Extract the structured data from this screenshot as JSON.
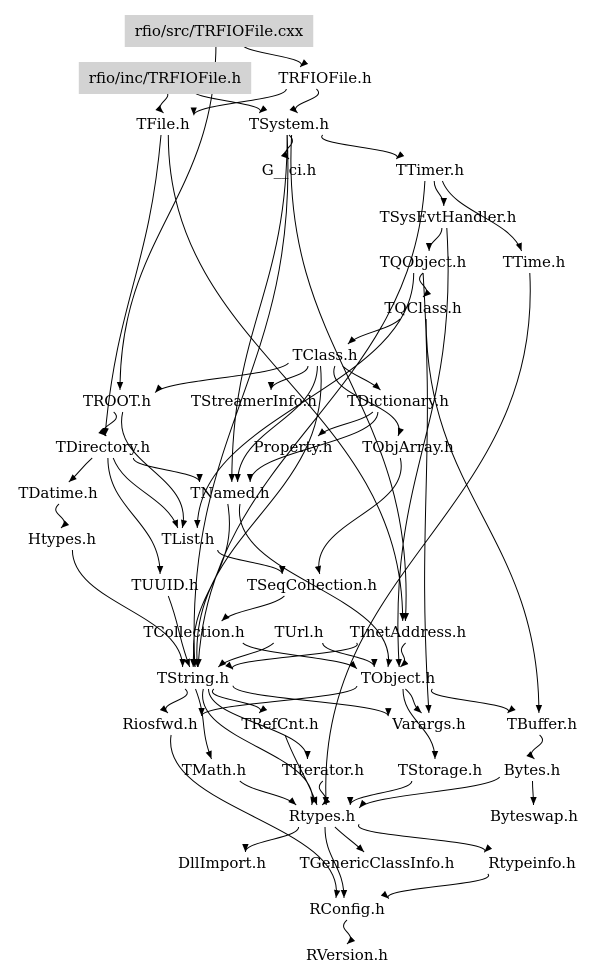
{
  "graph": {
    "nodes": [
      {
        "id": "trfiofile_cxx",
        "label": "rfio/src/TRFIOFile.cxx",
        "highlight": true
      },
      {
        "id": "trfiofile_inc",
        "label": "rfio/inc/TRFIOFile.h",
        "highlight": true
      },
      {
        "id": "trfiofile_h",
        "label": "TRFIOFile.h"
      },
      {
        "id": "tfile",
        "label": "TFile.h"
      },
      {
        "id": "tsystem",
        "label": "TSystem.h"
      },
      {
        "id": "gci",
        "label": "G__ci.h"
      },
      {
        "id": "ttimer",
        "label": "TTimer.h"
      },
      {
        "id": "tsysevthandler",
        "label": "TSysEvtHandler.h"
      },
      {
        "id": "tqobject",
        "label": "TQObject.h"
      },
      {
        "id": "ttime",
        "label": "TTime.h"
      },
      {
        "id": "tqclass",
        "label": "TQClass.h"
      },
      {
        "id": "tclass",
        "label": "TClass.h"
      },
      {
        "id": "troot",
        "label": "TROOT.h"
      },
      {
        "id": "tstreamerinfo",
        "label": "TStreamerInfo.h"
      },
      {
        "id": "tdictionary",
        "label": "TDictionary.h"
      },
      {
        "id": "tdirectory",
        "label": "TDirectory.h"
      },
      {
        "id": "property",
        "label": "Property.h"
      },
      {
        "id": "tobjarray",
        "label": "TObjArray.h"
      },
      {
        "id": "tdatime",
        "label": "TDatime.h"
      },
      {
        "id": "tnamed",
        "label": "TNamed.h"
      },
      {
        "id": "htypes",
        "label": "Htypes.h"
      },
      {
        "id": "tlist",
        "label": "TList.h"
      },
      {
        "id": "tuuid",
        "label": "TUUID.h"
      },
      {
        "id": "tseqcollection",
        "label": "TSeqCollection.h"
      },
      {
        "id": "tcollection",
        "label": "TCollection.h"
      },
      {
        "id": "turl",
        "label": "TUrl.h"
      },
      {
        "id": "tinetaddress",
        "label": "TInetAddress.h"
      },
      {
        "id": "tstring",
        "label": "TString.h"
      },
      {
        "id": "tobject",
        "label": "TObject.h"
      },
      {
        "id": "riosfwd",
        "label": "Riosfwd.h"
      },
      {
        "id": "trefcnt",
        "label": "TRefCnt.h"
      },
      {
        "id": "varargs",
        "label": "Varargs.h"
      },
      {
        "id": "tbuffer",
        "label": "TBuffer.h"
      },
      {
        "id": "tmath",
        "label": "TMath.h"
      },
      {
        "id": "titerator",
        "label": "TIterator.h"
      },
      {
        "id": "tstorage",
        "label": "TStorage.h"
      },
      {
        "id": "bytes",
        "label": "Bytes.h"
      },
      {
        "id": "rtypes",
        "label": "Rtypes.h"
      },
      {
        "id": "byteswap",
        "label": "Byteswap.h"
      },
      {
        "id": "dllimport",
        "label": "DllImport.h"
      },
      {
        "id": "tgenericclassinfo",
        "label": "TGenericClassInfo.h"
      },
      {
        "id": "rtypeinfo",
        "label": "Rtypeinfo.h"
      },
      {
        "id": "rconfig",
        "label": "RConfig.h"
      },
      {
        "id": "rversion",
        "label": "RVersion.h"
      }
    ],
    "edges": [
      {
        "from": "trfiofile_cxx",
        "to": "trfiofile_h"
      },
      {
        "from": "trfiofile_cxx",
        "to": "troot"
      },
      {
        "from": "trfiofile_inc",
        "to": "tfile"
      },
      {
        "from": "trfiofile_inc",
        "to": "tsystem"
      },
      {
        "from": "trfiofile_h",
        "to": "tfile"
      },
      {
        "from": "trfiofile_h",
        "to": "tsystem"
      },
      {
        "from": "tfile",
        "to": "tdirectory"
      },
      {
        "from": "tfile",
        "to": "tinetaddress"
      },
      {
        "from": "tsystem",
        "to": "gci"
      },
      {
        "from": "tsystem",
        "to": "ttimer"
      },
      {
        "from": "tsystem",
        "to": "tnamed"
      },
      {
        "from": "tsystem",
        "to": "tstring"
      },
      {
        "from": "tsystem",
        "to": "tinetaddress"
      },
      {
        "from": "ttimer",
        "to": "tsysevthandler"
      },
      {
        "from": "ttimer",
        "to": "ttime"
      },
      {
        "from": "ttimer",
        "to": "tstring"
      },
      {
        "from": "tsysevthandler",
        "to": "tqobject"
      },
      {
        "from": "tsysevthandler",
        "to": "tobject"
      },
      {
        "from": "tqobject",
        "to": "tqclass"
      },
      {
        "from": "tqobject",
        "to": "tlist"
      },
      {
        "from": "tqobject",
        "to": "varargs"
      },
      {
        "from": "tqclass",
        "to": "tclass"
      },
      {
        "from": "tqclass",
        "to": "tbuffer"
      },
      {
        "from": "ttime",
        "to": "rtypes"
      },
      {
        "from": "tclass",
        "to": "troot"
      },
      {
        "from": "tclass",
        "to": "tstreamerinfo"
      },
      {
        "from": "tclass",
        "to": "tdictionary"
      },
      {
        "from": "tclass",
        "to": "tobjarray"
      },
      {
        "from": "tclass",
        "to": "tnamed"
      },
      {
        "from": "tclass",
        "to": "tstring"
      },
      {
        "from": "tdictionary",
        "to": "property"
      },
      {
        "from": "tdictionary",
        "to": "tnamed"
      },
      {
        "from": "troot",
        "to": "tdirectory"
      },
      {
        "from": "troot",
        "to": "tlist"
      },
      {
        "from": "tdirectory",
        "to": "tnamed"
      },
      {
        "from": "tdirectory",
        "to": "tlist"
      },
      {
        "from": "tdirectory",
        "to": "tdatime"
      },
      {
        "from": "tdirectory",
        "to": "tuuid"
      },
      {
        "from": "tobjarray",
        "to": "tseqcollection"
      },
      {
        "from": "tdatime",
        "to": "htypes"
      },
      {
        "from": "htypes",
        "to": "tstring"
      },
      {
        "from": "tnamed",
        "to": "tstring"
      },
      {
        "from": "tnamed",
        "to": "tobject"
      },
      {
        "from": "tlist",
        "to": "tseqcollection"
      },
      {
        "from": "tuuid",
        "to": "tstring"
      },
      {
        "from": "tseqcollection",
        "to": "tcollection"
      },
      {
        "from": "tcollection",
        "to": "tstring"
      },
      {
        "from": "tcollection",
        "to": "tobject"
      },
      {
        "from": "turl",
        "to": "tstring"
      },
      {
        "from": "turl",
        "to": "tobject"
      },
      {
        "from": "tinetaddress",
        "to": "tstring"
      },
      {
        "from": "tinetaddress",
        "to": "tobject"
      },
      {
        "from": "tstring",
        "to": "titerator"
      },
      {
        "from": "tstring",
        "to": "riosfwd"
      },
      {
        "from": "tstring",
        "to": "trefcnt"
      },
      {
        "from": "tstring",
        "to": "varargs"
      },
      {
        "from": "tstring",
        "to": "tmath"
      },
      {
        "from": "tstring",
        "to": "rtypes"
      },
      {
        "from": "tobject",
        "to": "riosfwd"
      },
      {
        "from": "tobject",
        "to": "varargs"
      },
      {
        "from": "tobject",
        "to": "tbuffer"
      },
      {
        "from": "tobject",
        "to": "tstorage"
      },
      {
        "from": "tbuffer",
        "to": "bytes"
      },
      {
        "from": "bytes",
        "to": "rtypes"
      },
      {
        "from": "bytes",
        "to": "byteswap"
      },
      {
        "from": "trefcnt",
        "to": "rtypes"
      },
      {
        "from": "titerator",
        "to": "rtypes"
      },
      {
        "from": "tstorage",
        "to": "rtypes"
      },
      {
        "from": "tmath",
        "to": "rtypes"
      },
      {
        "from": "riosfwd",
        "to": "rconfig"
      },
      {
        "from": "rtypes",
        "to": "dllimport"
      },
      {
        "from": "rtypes",
        "to": "tgenericclassinfo"
      },
      {
        "from": "rtypes",
        "to": "rtypeinfo"
      },
      {
        "from": "rtypes",
        "to": "rconfig"
      },
      {
        "from": "rtypeinfo",
        "to": "rconfig"
      },
      {
        "from": "rconfig",
        "to": "rversion"
      }
    ]
  }
}
